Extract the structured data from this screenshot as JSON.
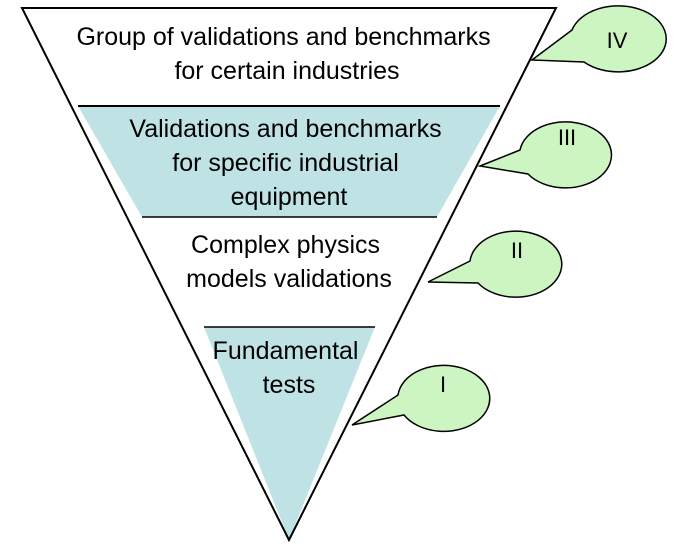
{
  "colors": {
    "band_white": "#ffffff",
    "band_teal": "#bfe3e5",
    "outline": "#000000",
    "bubble_fill": "#ccf5c2"
  },
  "levels": [
    {
      "id": "IV",
      "lines": [
        "Group of validations and benchmarks",
        "for certain industries"
      ]
    },
    {
      "id": "III",
      "lines": [
        "Validations and benchmarks",
        "for specific industrial",
        "equipment"
      ]
    },
    {
      "id": "II",
      "lines": [
        "Complex physics",
        "models validations"
      ]
    },
    {
      "id": "I",
      "lines": [
        "Fundamental",
        "tests"
      ]
    }
  ],
  "bubbles": [
    {
      "label": "IV"
    },
    {
      "label": "III"
    },
    {
      "label": "II"
    },
    {
      "label": "I"
    }
  ]
}
